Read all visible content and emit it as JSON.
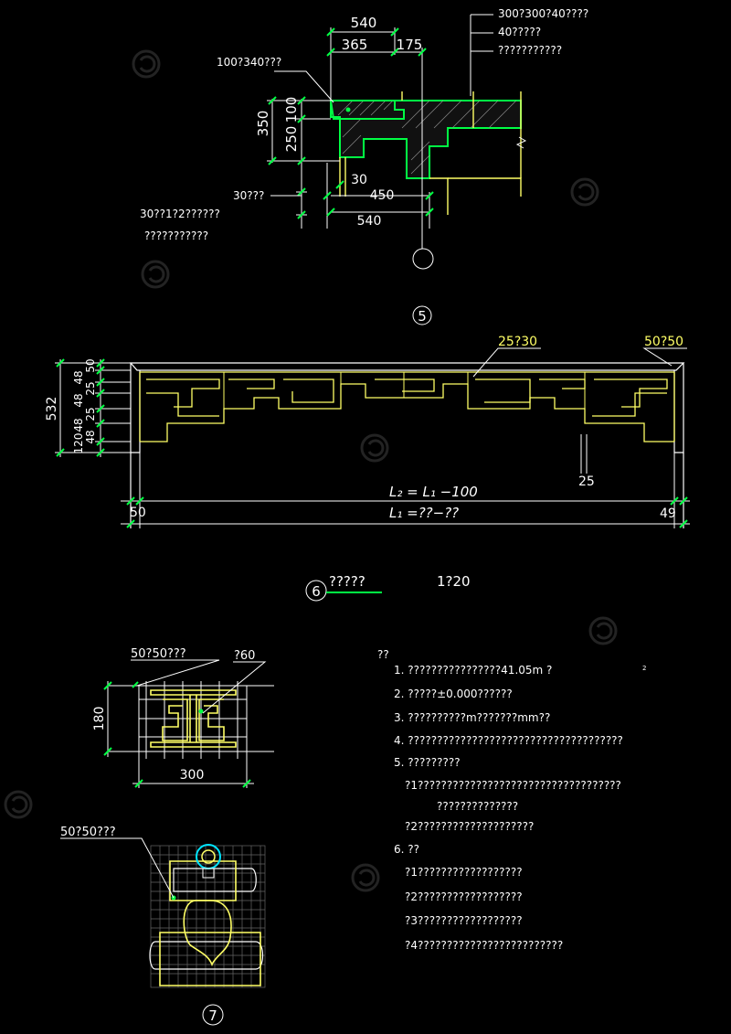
{
  "colors": {
    "background": "#000000",
    "dimension": "#ffffff",
    "outline": "#00ff44",
    "structure": "#ffff66",
    "hatch": "#bbbbbb",
    "ornament": "#00e5ff",
    "watermark": "#3a3a3a"
  },
  "detail5": {
    "dims_top": [
      "540",
      "365",
      "175"
    ],
    "dims_left": [
      "350",
      "100",
      "250"
    ],
    "dims_bottom": [
      "30",
      "450",
      "540"
    ],
    "label_cap": "100?340???",
    "notes_right": [
      "300?300?40????",
      "40?????",
      "???????????"
    ],
    "notes_left": [
      "30???",
      "30??1?2??????",
      "???????????"
    ],
    "marker": "5"
  },
  "detail6": {
    "dims_left_total": "532",
    "dims_left": [
      "50",
      "48",
      "25",
      "48",
      "25",
      "48",
      "120",
      "48"
    ],
    "label_top_mid": "25?30",
    "label_top_right": "50?50",
    "dim_gap": "25",
    "formula_l2": "L₂ = L₁ −100",
    "formula_l1": "L₁ =??−??",
    "dim_left_end": "50",
    "dim_right_end": "49",
    "marker": "6",
    "title": "?????",
    "scale": "1?20"
  },
  "detail7": {
    "label_top": "50?50???",
    "label_right": "?60",
    "dim_height": "180",
    "dim_width": "300",
    "label_lower": "50?50???",
    "marker": "7"
  },
  "notes": {
    "heading": "??",
    "items": [
      "1. ????????????????41.05m  ?",
      "2. ?????±0.000??????",
      "3. ??????????m???????mm??",
      "4. ?????????????????????????????????????",
      "5. ?????????",
      "?1???????????????????????????????????",
      "??????????????",
      "?2????????????????????",
      "6. ??",
      "?1??????????????????",
      "?2??????????????????",
      "?3??????????????????",
      "?4?????????????????????????"
    ],
    "superscript": "2"
  },
  "watermark": "?????"
}
